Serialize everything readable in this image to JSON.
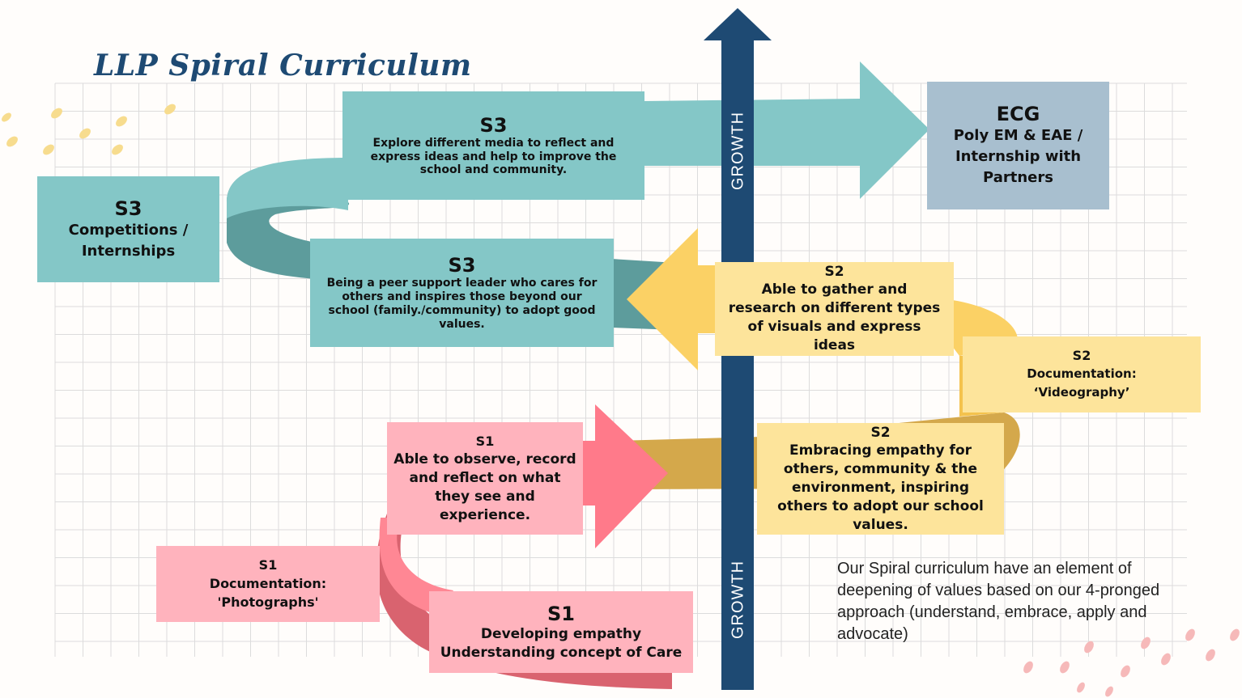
{
  "title": "LLP Spiral Curriculum",
  "growth_label": "GROWTH",
  "boxes": {
    "s3_explore": {
      "level": "S3",
      "text": "Explore different media to reflect and express ideas and help to improve the school and community."
    },
    "ecg": {
      "level": "ECG",
      "text": "Poly EM & EAE / Internship with Partners"
    },
    "s3_competitions": {
      "level": "S3",
      "text": "Competitions / Internships"
    },
    "s3_peer": {
      "level": "S3",
      "text": "Being a peer support leader who cares for others and inspires those beyond our school (family./community) to adopt good values."
    },
    "s2_gather": {
      "level": "S2",
      "text": "Able to gather and research on different types of visuals and express ideas"
    },
    "s2_videography": {
      "level": "S2",
      "text": "Documentation: ‘Videography’"
    },
    "s1_observe": {
      "level": "S1",
      "text": "Able to observe, record and reflect on what they see and experience."
    },
    "s2_embracing": {
      "level": "S2",
      "text": "Embracing empathy for others, community & the environment, inspiring others to adopt our school values."
    },
    "s1_photographs": {
      "level": "S1",
      "text": "Documentation: 'Photographs'"
    },
    "s1_empathy": {
      "level": "S1",
      "text": "Developing empathy Understanding concept of Care"
    }
  },
  "note": "Our Spiral curriculum have an element of deepening of values based on our 4-pronged approach (understand, embrace, apply and advocate)",
  "colors": {
    "navy": "#1e4a73",
    "teal": "#84c7c7",
    "teal_dark": "#5d9c9c",
    "ecg_gray": "#a8bfcf",
    "yellow_box": "#fde49b",
    "yellow_arrow": "#fbd165",
    "gold_band": "#d4a84b",
    "pink_box": "#ffb3bd",
    "pink_arrow": "#ff7a8a",
    "red_band": "#d9636f",
    "grid": "#dcdcdc"
  }
}
